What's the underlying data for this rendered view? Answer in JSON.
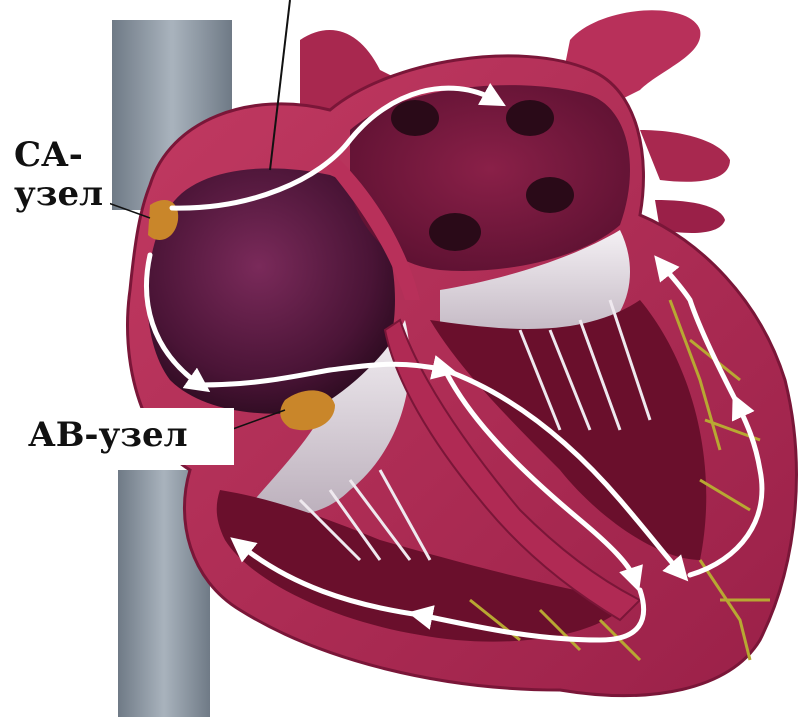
{
  "labels": {
    "sa_node_line1": "СА-",
    "sa_node_line2": "узел",
    "av_node": "АВ-узел"
  },
  "colors": {
    "heart_wall": "#b02a54",
    "heart_wall_light": "#c9456c",
    "chamber_dark": "#5a0f2c",
    "atrium_interior": "#4a1a3a",
    "vena_cava": "#8a95a0",
    "valve_white": "#e8e4e8",
    "node_orange": "#c9862a",
    "purkinje_yellow": "#b8a832",
    "conduction_path": "#ffffff"
  }
}
